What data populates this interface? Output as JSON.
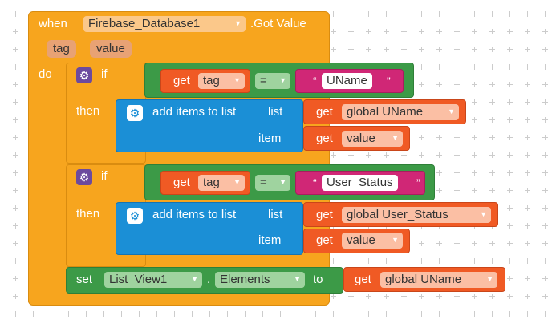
{
  "event": {
    "when_label": "when",
    "component": "Firebase_Database1",
    "event_name": ".Got Value",
    "params": [
      "tag",
      "value"
    ],
    "do_label": "do"
  },
  "if1": {
    "if_label": "if",
    "get_label": "get",
    "var": "tag",
    "op": "=",
    "string": "UName",
    "then_label": "then",
    "add_label": "add items to list",
    "list_label": "list",
    "list_get_label": "get",
    "list_var": "global UName",
    "item_label": "item",
    "item_get_label": "get",
    "item_var": "value"
  },
  "if2": {
    "if_label": "if",
    "get_label": "get",
    "var": "tag",
    "op": "=",
    "string": "User_Status",
    "then_label": "then",
    "add_label": "add items to list",
    "list_label": "list",
    "list_get_label": "get",
    "list_var": "global User_Status",
    "item_label": "item",
    "item_get_label": "get",
    "item_var": "value"
  },
  "set": {
    "set_label": "set",
    "component": "List_View1",
    "dot": ".",
    "property": "Elements",
    "to_label": "to",
    "get_label": "get",
    "var": "global UName"
  },
  "quote_open": "“",
  "quote_close": "”",
  "dropdown_arrow": "▼",
  "icons": [
    "gear-icon",
    "dropdown-arrow-icon"
  ],
  "colors": {
    "event": "#f7a51e",
    "list": "#1b8fd6",
    "logic": "#3c9a47",
    "variable": "#f05a24",
    "text": "#d02776",
    "setter": "#3c9a47"
  }
}
